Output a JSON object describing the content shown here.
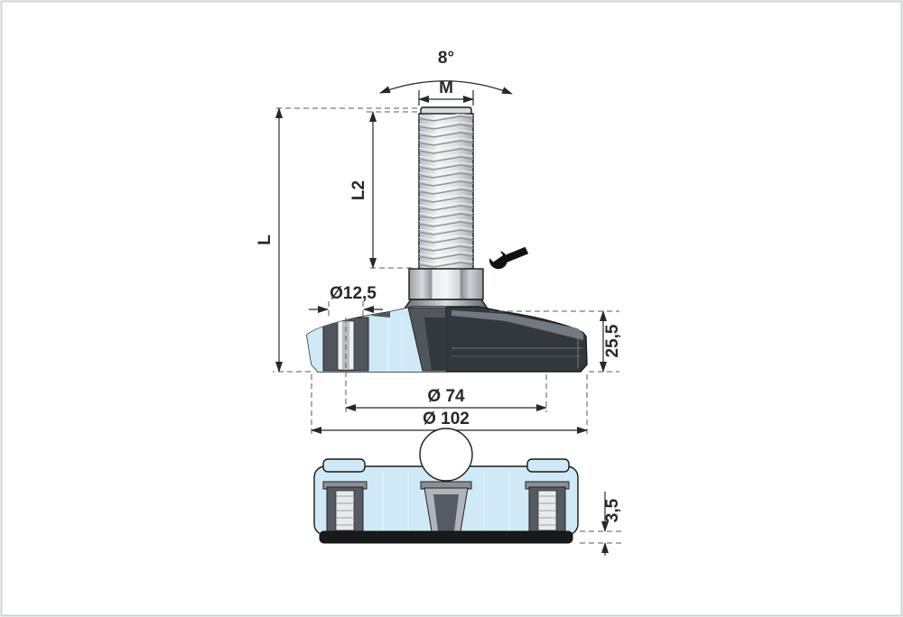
{
  "drawing": {
    "kind": "leveling-foot-technical-drawing"
  },
  "dimensions": {
    "angle": "8°",
    "thread": "M",
    "thread_length": "L2",
    "overall_height": "L",
    "hole_diameter": "Ø12,5",
    "base_height": "25,5",
    "bolt_circle": "Ø 74",
    "outer_diameter": "Ø 102",
    "pad_thickness": "3,5"
  },
  "colors": {
    "section_fill": "#cfe9f7",
    "dark_body": "#33383d",
    "insert_gray": "#50565c",
    "outline": "#1a1a1a",
    "dim_color": "#26282a"
  },
  "icons": {
    "wrench": "wrench-icon"
  }
}
